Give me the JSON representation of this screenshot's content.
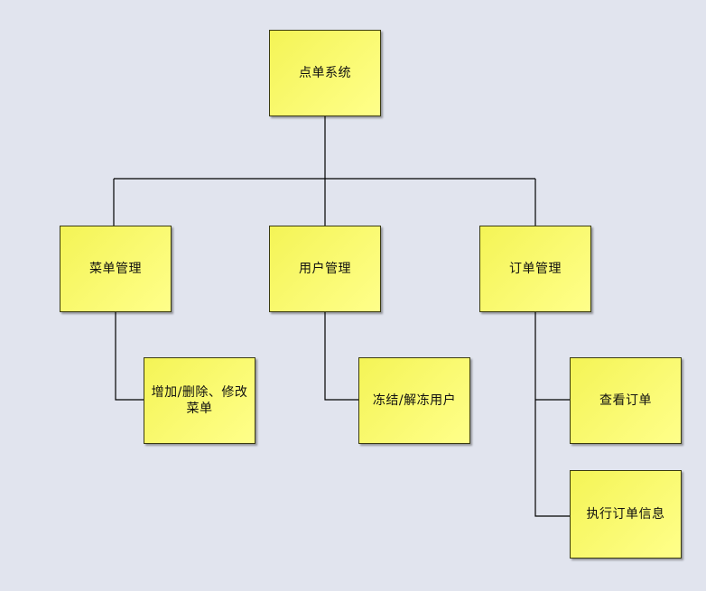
{
  "diagram": {
    "root": {
      "label": "点单系统"
    },
    "branches": [
      {
        "label": "菜单管理",
        "children": [
          {
            "label": "增加/删除、修改 菜单"
          }
        ]
      },
      {
        "label": "用户管理",
        "children": [
          {
            "label": "冻结/解冻用户"
          }
        ]
      },
      {
        "label": "订单管理",
        "children": [
          {
            "label": "查看订单"
          },
          {
            "label": "执行订单信息"
          }
        ]
      }
    ]
  },
  "colors": {
    "background": "#e1e4ee",
    "node_fill": "#ffff8a",
    "node_border": "#3a3a10",
    "connector": "#000000"
  }
}
